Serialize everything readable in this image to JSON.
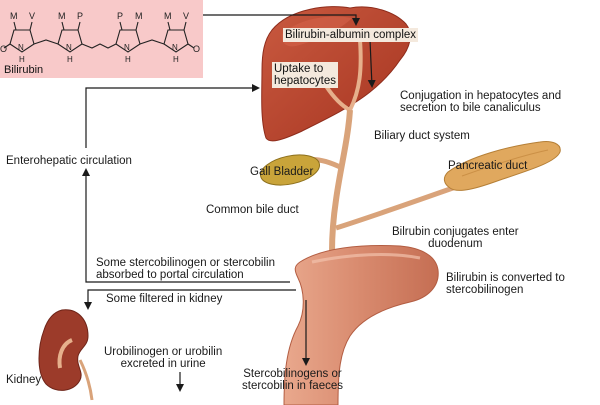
{
  "molecule": {
    "name": "Bilirubin",
    "ring_labels": [
      "M",
      "V",
      "M",
      "P",
      "P",
      "M",
      "M",
      "V"
    ],
    "atoms": {
      "o": "O",
      "h": "H",
      "n": "N"
    }
  },
  "labels": {
    "bilirubin_albumin": "Bilirubin-albumin complex",
    "uptake": "Uptake to\nhepatocytes",
    "conjugation": "Conjugation in hepatocytes and\nsecretion to bile canaliculus",
    "biliary_duct": "Biliary duct system",
    "gall_bladder": "Gall Bladder",
    "pancreatic_duct": "Pancreatic duct",
    "enterohepatic": "Enterohepatic circulation",
    "common_bile_duct": "Common bile duct",
    "conjugates_enter": "Bilrubin conjugates enter\nduodenum",
    "stercobilinogen_absorbed": "Some stercobilinogen or stercobilin\nabsorbed to portal circulation",
    "converted": "Bilirubin is converted to\nstercobilinogen",
    "filtered_kidney": "Some filtered in kidney",
    "kidney": "Kidney",
    "urobilinogen": "Urobilinogen or urobilin\nexcreted in urine",
    "faeces": "Stercobilinogens or\nstercobilin in faeces"
  },
  "colors": {
    "liver": "#b8432c",
    "liver_highlight": "#d4634a",
    "intestine": "#d88a6e",
    "gall_bladder": "#c9a43a",
    "pancreas": "#e0a85e",
    "duct": "#d9a37a",
    "molecule_box": "#f8c9c9",
    "kidney": "#9c3b2a",
    "arrow": "#1a1a1a"
  }
}
